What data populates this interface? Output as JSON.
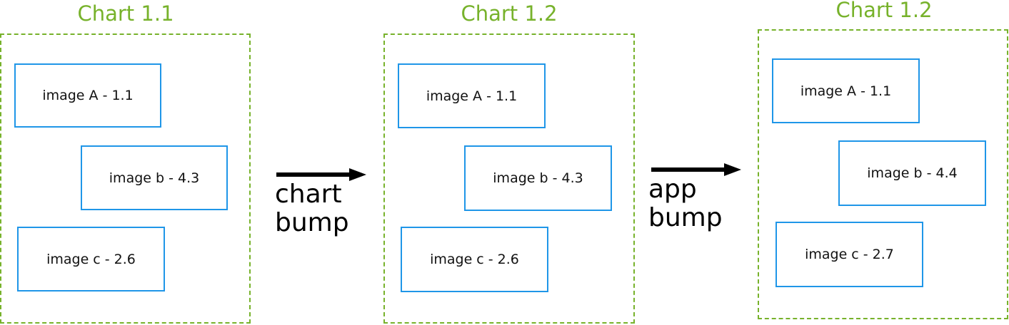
{
  "colors": {
    "chart_border": "#77b22b",
    "image_border": "#1f96e8",
    "arrow": "#000000"
  },
  "charts": [
    {
      "title": "Chart 1.1",
      "images": [
        "image A - 1.1",
        "image b - 4.3",
        "image c - 2.6"
      ]
    },
    {
      "title": "Chart 1.2",
      "images": [
        "image A - 1.1",
        "image b - 4.3",
        "image c - 2.6"
      ]
    },
    {
      "title": "Chart 1.2",
      "images": [
        "image A - 1.1",
        "image b - 4.4",
        "image c - 2.7"
      ]
    }
  ],
  "transitions": [
    {
      "line1": "chart",
      "line2": "bump",
      "icon": "right-arrow-icon"
    },
    {
      "line1": "app",
      "line2": "bump",
      "icon": "right-arrow-icon"
    }
  ]
}
